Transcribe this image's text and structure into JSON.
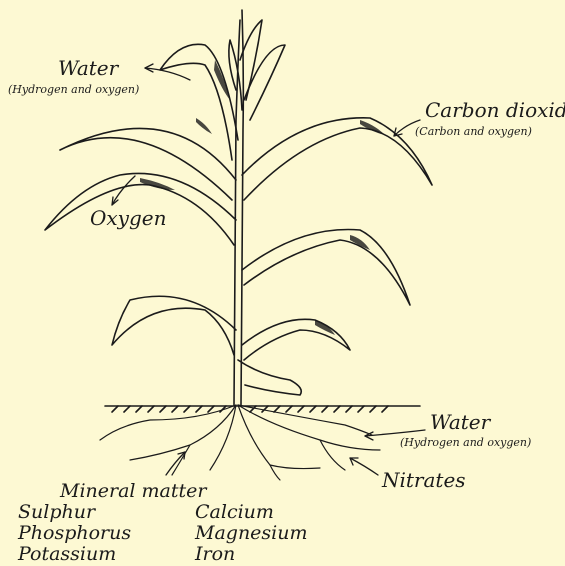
{
  "labels": {
    "water_top": "Water",
    "water_top_sub": "(Hydrogen and oxygen)",
    "carbon_dioxid": "Carbon dioxid",
    "carbon_dioxid_sub": "(Carbon and oxygen)",
    "oxygen": "Oxygen",
    "water_root": "Water",
    "water_root_sub": "(Hydrogen and oxygen)",
    "nitrates": "Nitrates"
  },
  "mineral": {
    "heading": "Mineral matter",
    "col1": [
      "Sulphur",
      "Phosphorus",
      "Potassium"
    ],
    "col2": [
      "Calcium",
      "Magnesium",
      "Iron"
    ]
  },
  "colors": {
    "background": "#fdf9d3",
    "ink": "#1b1b1b"
  }
}
